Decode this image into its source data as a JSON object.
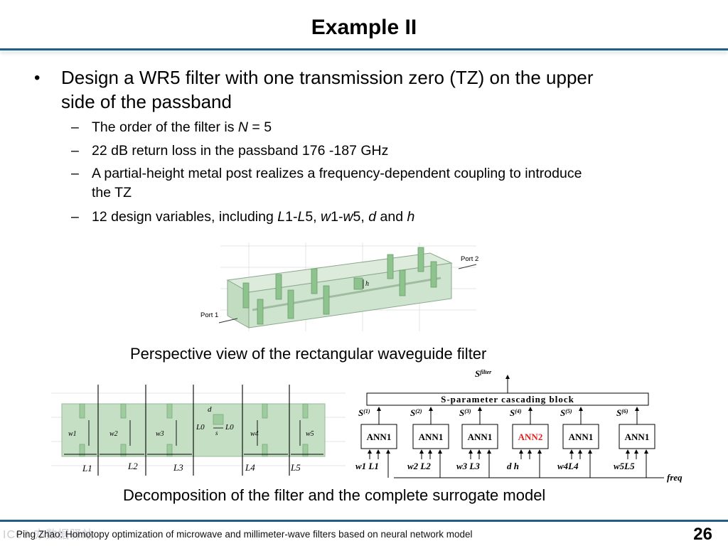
{
  "title": "Example II",
  "bullet": {
    "line1": "Design a WR5 filter with one transmission zero (TZ) on the upper",
    "line2": "side of the passband",
    "subs": [
      {
        "dash": "–",
        "a": "The order of the filter is ",
        "i": "N",
        "b": " = 5"
      },
      {
        "dash": "–",
        "text": "22 dB return loss in the passband 176 -187 GHz"
      },
      {
        "dash": "–",
        "line1": "A partial-height metal post realizes a frequency-dependent coupling to introduce",
        "line2": "the TZ"
      },
      {
        "dash": "–",
        "a": "12 design variables, including ",
        "L1": "L",
        "n1": "1-",
        "L5": "L",
        "n5": "5, ",
        "w1": "w",
        "n6": "1-",
        "w5": "w",
        "n7": "5, ",
        "d": "d",
        "and": " and ",
        "h": "h"
      }
    ]
  },
  "figure3d": {
    "port1": "Port 1",
    "port2": "Port 2",
    "h_label": "h",
    "caption": "Perspective view of the rectangular waveguide filter"
  },
  "decomposition": {
    "w_labels": [
      "w1",
      "w2",
      "w3",
      "w4",
      "w5"
    ],
    "L_labels": [
      "L1",
      "L2",
      "L3",
      "L4",
      "L5"
    ],
    "d_label": "d",
    "L0_left": "L0",
    "L0_right": "L0",
    "s_label": "s"
  },
  "surrogate": {
    "s_filter": "S",
    "s_filter_sup": "filter",
    "block": "S-parameter cascading block",
    "s_labels": [
      "S",
      "S",
      "S",
      "S",
      "S",
      "S"
    ],
    "s_sups": [
      "(1)",
      "(2)",
      "(3)",
      "(4)",
      "(5)",
      "(6)"
    ],
    "ann": [
      "ANN1",
      "ANN1",
      "ANN1",
      "ANN2",
      "ANN1",
      "ANN1"
    ],
    "inputs": [
      "w1  L1",
      "w2  L2",
      "w3  L3",
      "d   h",
      "w4L4",
      "w5L5"
    ],
    "freq": "freq"
  },
  "caption2": "Decomposition of the filter and the complete surrogate model",
  "footer": "Ping Zhao: Homotopy  optimization  of microwave  and millimeter-wave  filters  based  on neural network model",
  "watermark": "IC09 亦数据驿站",
  "page_number": "26",
  "colors": {
    "accent_line": "#1f5f85",
    "ann2_text": "#e02020",
    "waveguide_fill": "#c5dfc5",
    "post_fill": "#8ec28e"
  }
}
